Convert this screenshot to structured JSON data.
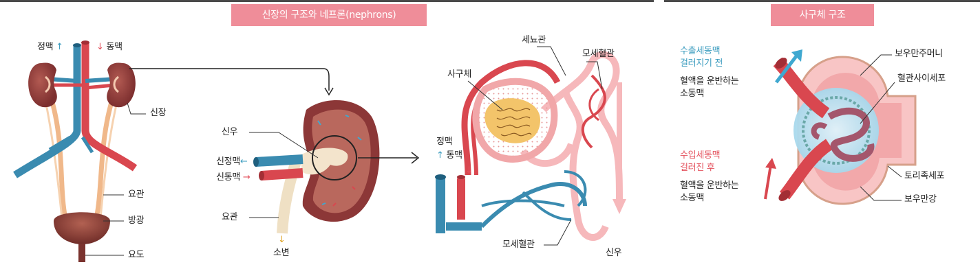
{
  "panel_left": {
    "title": "신장의 구조와 네프론(nephrons)",
    "body": {
      "vein_label": "정맥",
      "artery_label": "동맥",
      "kidney": "신장",
      "ureter": "요관",
      "bladder": "방광",
      "urethra": "요도"
    },
    "kidney_section": {
      "pelvis": "신우",
      "renal_vein": "신정맥",
      "renal_artery": "신동맥",
      "ureter": "요관",
      "urine": "소변"
    },
    "nephron": {
      "tubule": "세뇨관",
      "capillary_top": "모세혈관",
      "glomerulus": "사구체",
      "vein": "정맥",
      "artery": "동맥",
      "capillary_bottom": "모세혈관",
      "pelvis": "신우"
    }
  },
  "panel_right": {
    "title": "사구체 구조",
    "efferent_title_line1": "수출세동맥",
    "efferent_title_line2": "걸러지기 전",
    "efferent_desc_line1": "혈액을 운반하는",
    "efferent_desc_line2": "소동맥",
    "afferent_title_line1": "수입세동맥",
    "afferent_title_line2": "걸러진 후",
    "afferent_desc_line1": "혈액을 운반하는",
    "afferent_desc_line2": "소동맥",
    "capsule": "보우만주머니",
    "mesangial": "혈관사이세포",
    "podocyte": "토리족세포",
    "bowman_space": "보우만강"
  },
  "glyphs": {
    "up_arrow": "↑",
    "down_arrow": "↓",
    "left_arrow": "←",
    "right_arrow": "→"
  },
  "colors": {
    "banner": "#ef8d99",
    "artery": "#d9474f",
    "vein": "#3a8bb0",
    "kidney": "#8b3a3a",
    "ureter": "#f0b88a",
    "bladder": "#8d3f3a",
    "capsule": "#f4b9b5",
    "glomerulus_fill": "#f3c46a"
  }
}
